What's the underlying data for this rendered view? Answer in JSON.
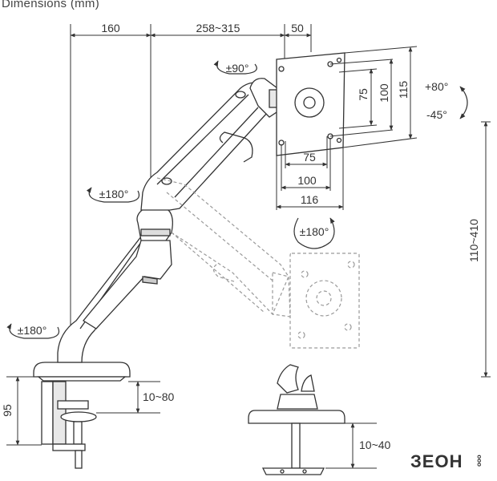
{
  "title": "Dimensions (mm)",
  "labels": {
    "d160": "160",
    "d258_315": "258~315",
    "d50": "50",
    "vesa75w": "75",
    "vesa100w": "100",
    "d116w": "116",
    "vesa75h": "75",
    "vesa100h": "100",
    "d115h": "115",
    "tilt_up": "+80°",
    "tilt_down": "-45°",
    "rot90": "±90°",
    "rot180_top": "±180°",
    "rot180_left": "±180°",
    "rot180_base": "±180°",
    "height_range": "110~410",
    "clamp95": "95",
    "clamp10_80": "10~80",
    "grommet10_40": "10~40"
  },
  "brand": {
    "logo": "ЗЕОН",
    "sub": "ooo",
    "color": "#1a1a1a"
  },
  "colors": {
    "line": "#333333",
    "ghost": "#9a9a9a"
  }
}
